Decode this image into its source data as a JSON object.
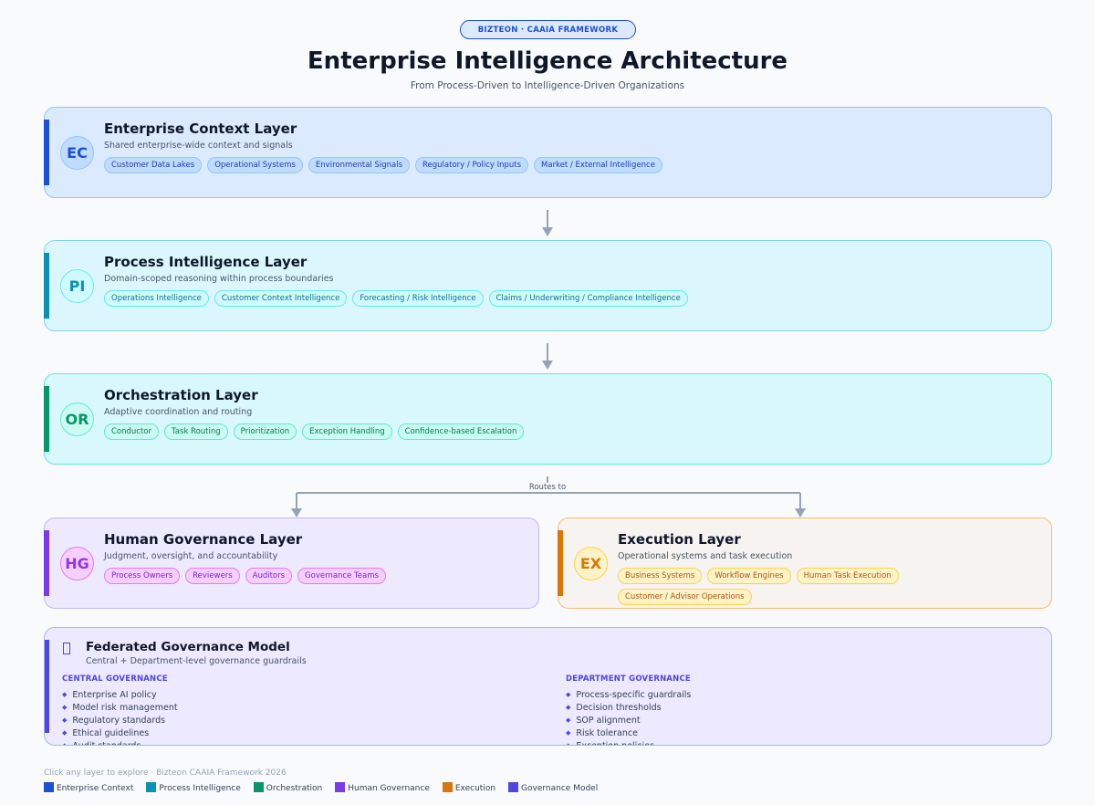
{
  "header": {
    "badge": "BIZTEON  ·  CAAIA FRAMEWORK",
    "title": "Enterprise Intelligence Architecture",
    "subtitle": "From Process-Driven to Intelligence-Driven Organizations"
  },
  "layers": [
    {
      "abbr": "EC",
      "title": "Enterprise Context Layer",
      "subtitle": "Shared enterprise-wide context and signals",
      "chips": [
        "Customer Data Lakes",
        "Operational Systems",
        "Environmental Signals",
        "Regulatory / Policy Inputs",
        "Market / External Intelligence"
      ],
      "color": "#1d4ed8"
    },
    {
      "abbr": "PI",
      "title": "Process Intelligence Layer",
      "subtitle": "Domain-scoped reasoning within process boundaries",
      "chips": [
        "Operations Intelligence",
        "Customer Context Intelligence",
        "Forecasting / Risk Intelligence",
        "Claims / Underwriting / Compliance Intelligence"
      ],
      "color": "#0891b2"
    },
    {
      "abbr": "OR",
      "title": "Orchestration Layer",
      "subtitle": "Adaptive coordination and routing",
      "chips": [
        "Conductor",
        "Task Routing",
        "Prioritization",
        "Exception Handling",
        "Confidence-based Escalation"
      ],
      "color": "#059669"
    },
    {
      "abbr": "HG",
      "title": "Human Governance Layer",
      "subtitle": "Judgment, oversight, and accountability",
      "chips": [
        "Process Owners",
        "Reviewers",
        "Auditors",
        "Governance Teams"
      ],
      "color": "#7c3aed"
    },
    {
      "abbr": "EX",
      "title": "Execution Layer",
      "subtitle": "Operational systems and task execution",
      "chips": [
        "Business Systems",
        "Workflow Engines",
        "Human Task Execution",
        "Customer / Advisor Operations"
      ],
      "color": "#d97706"
    }
  ],
  "routes_label": "Routes to",
  "governance": {
    "title": "Federated Governance Model",
    "subtitle": "Central + Department-level governance guardrails",
    "color": "#4f46e5",
    "central": {
      "heading": "CENTRAL GOVERNANCE",
      "items": [
        "Enterprise AI policy",
        "Model risk management",
        "Regulatory standards",
        "Ethical guidelines",
        "Audit standards"
      ]
    },
    "department": {
      "heading": "DEPARTMENT GOVERNANCE",
      "items": [
        "Process-specific guardrails",
        "Decision thresholds",
        "SOP alignment",
        "Risk tolerance",
        "Exception policies"
      ]
    }
  },
  "footer": {
    "note": "Click any layer to explore  ·  Bizteon CAAIA Framework 2026",
    "legend": [
      {
        "label": "Enterprise Context",
        "color": "#1d4ed8"
      },
      {
        "label": "Process Intelligence",
        "color": "#0891b2"
      },
      {
        "label": "Orchestration",
        "color": "#059669"
      },
      {
        "label": "Human Governance",
        "color": "#7c3aed"
      },
      {
        "label": "Execution",
        "color": "#d97706"
      },
      {
        "label": "Governance Model",
        "color": "#4f46e5"
      }
    ]
  }
}
